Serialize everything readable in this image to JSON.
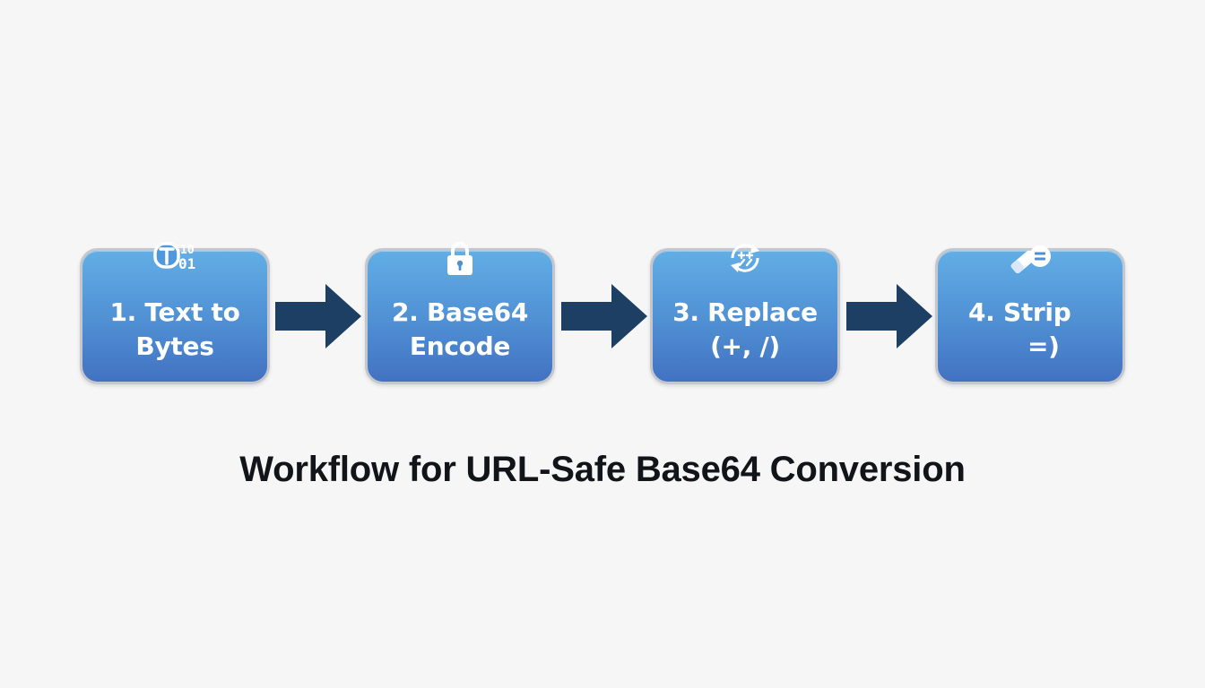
{
  "steps": [
    {
      "line1": "1. Text to",
      "line2": "Bytes",
      "icon": "text-to-binary-icon"
    },
    {
      "line1": "2. Base64",
      "line2": "Encode",
      "icon": "lock-icon"
    },
    {
      "line1": "3. Replace",
      "line2": "(+, /)",
      "icon": "swap-arrows-icon"
    },
    {
      "line1": "4. Strip",
      "line2": "=)",
      "icon": "eraser-equals-icon"
    }
  ],
  "caption": "Workflow for URL-Safe Base64 Conversion",
  "colors": {
    "background": "#f6f6f7",
    "box_top": "#62aee6",
    "box_bottom": "#4272c2",
    "box_border": "#c4c8ce",
    "arrow": "#1d3f63",
    "caption": "#111418"
  }
}
